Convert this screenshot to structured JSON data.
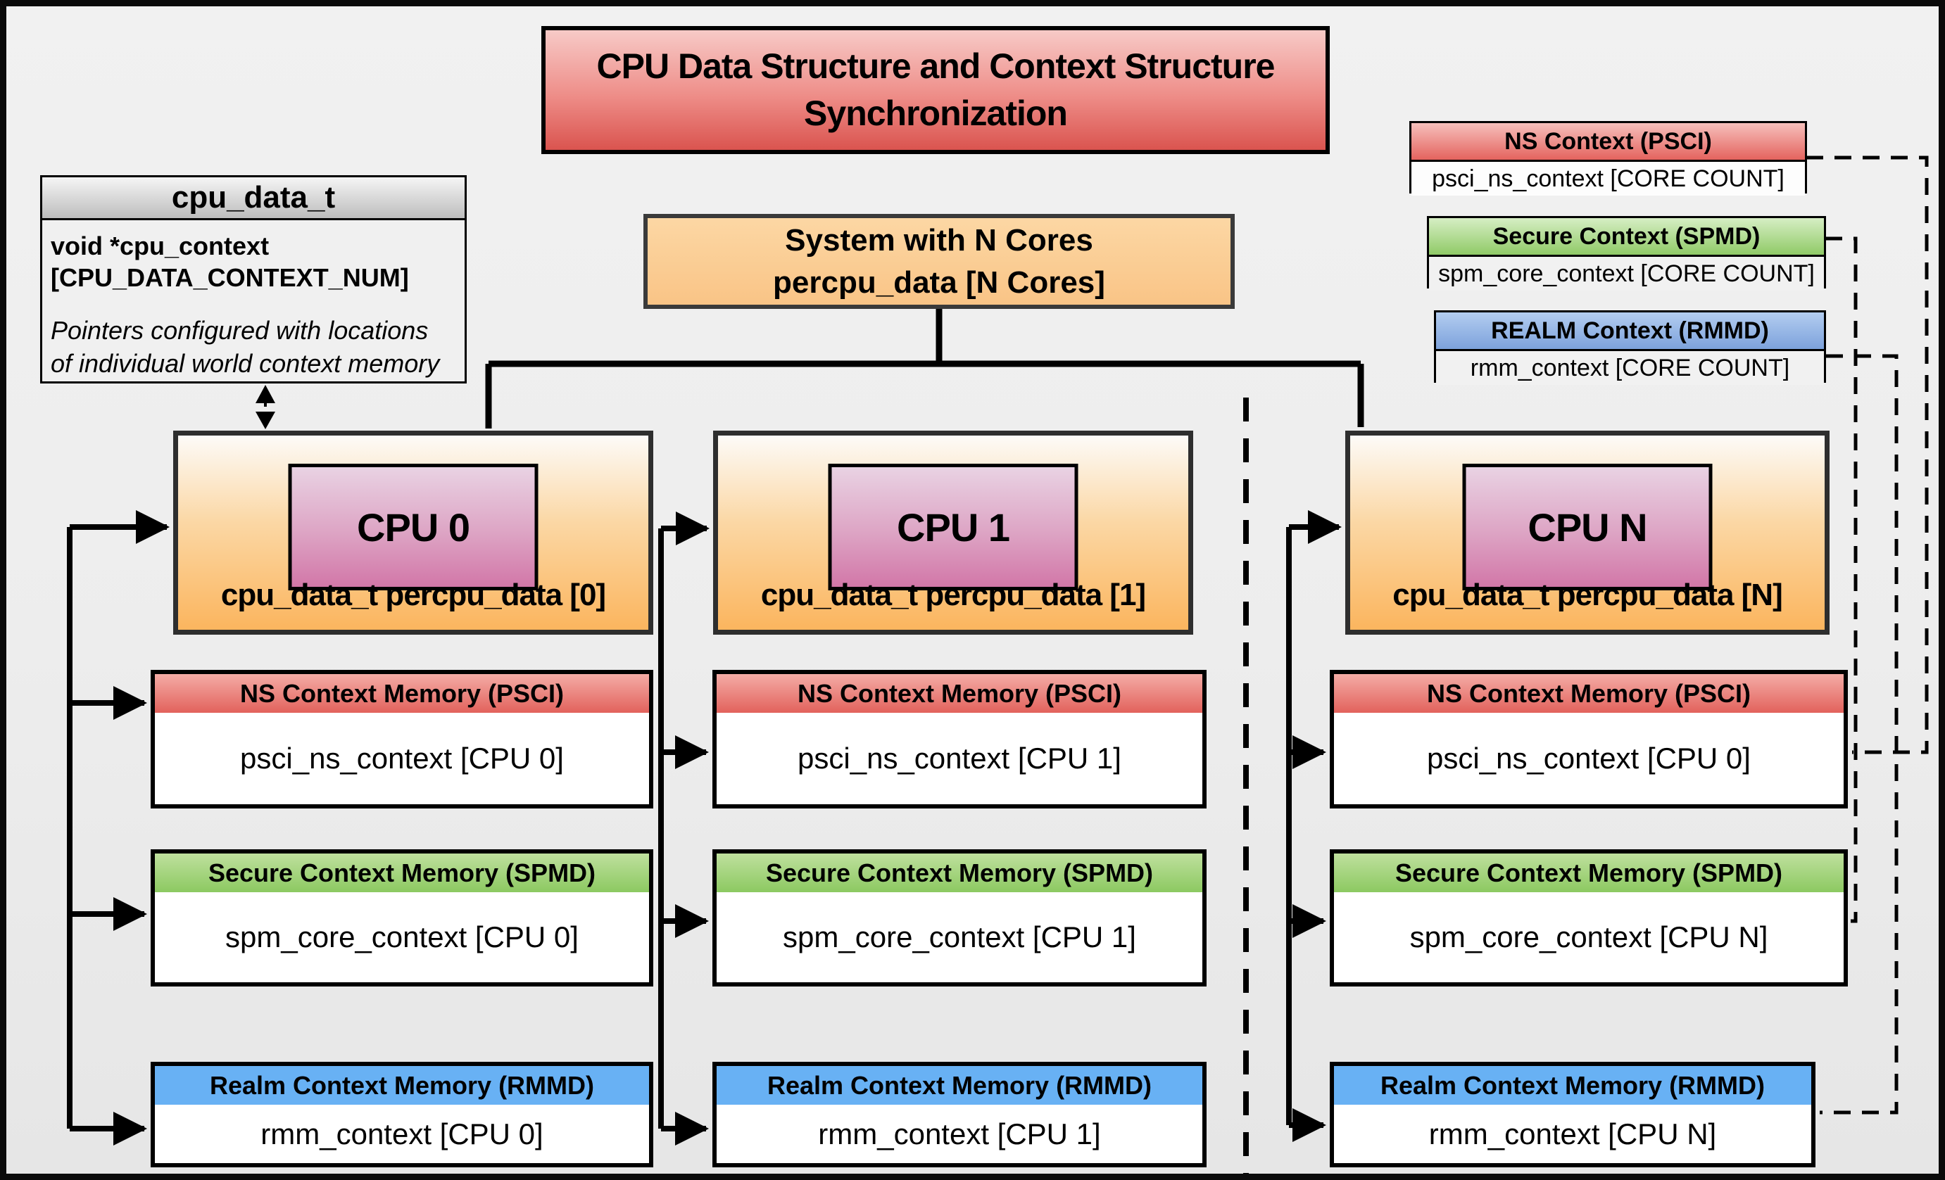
{
  "title": "CPU Data Structure and Context Structure Synchronization",
  "struct_box": {
    "header": "cpu_data_t",
    "field_line1": "void  *cpu_context",
    "field_line2": "[CPU_DATA_CONTEXT_NUM]",
    "note_line1": "Pointers configured with locations",
    "note_line2": "of individual world context memory"
  },
  "system_box": {
    "line1": "System with N Cores",
    "line2": "percpu_data [N Cores]"
  },
  "legend": {
    "ns": {
      "header": "NS Context  (PSCI)",
      "body": "psci_ns_context [CORE COUNT]"
    },
    "secure": {
      "header": "Secure Context (SPMD)",
      "body": "spm_core_context [CORE COUNT]"
    },
    "realm": {
      "header": "REALM Context (RMMD)",
      "body": "rmm_context [CORE COUNT]"
    }
  },
  "cpus": [
    {
      "name": "CPU 0",
      "data_label": "cpu_data_t percpu_data [0]",
      "contexts": [
        {
          "header": "NS Context Memory (PSCI)",
          "body": "psci_ns_context [CPU 0]"
        },
        {
          "header": "Secure Context Memory (SPMD)",
          "body": "spm_core_context [CPU 0]"
        },
        {
          "header": "Realm Context Memory (RMMD)",
          "body": "rmm_context [CPU 0]"
        }
      ]
    },
    {
      "name": "CPU 1",
      "data_label": "cpu_data_t percpu_data [1]",
      "contexts": [
        {
          "header": "NS Context Memory (PSCI)",
          "body": "psci_ns_context [CPU 1]"
        },
        {
          "header": "Secure Context Memory (SPMD)",
          "body": "spm_core_context [CPU 1]"
        },
        {
          "header": "Realm Context Memory (RMMD)",
          "body": "rmm_context [CPU 1]"
        }
      ]
    },
    {
      "name": "CPU N",
      "data_label": "cpu_data_t percpu_data [N]",
      "contexts": [
        {
          "header": "NS Context Memory (PSCI)",
          "body": "psci_ns_context [CPU 0]"
        },
        {
          "header": "Secure Context Memory (SPMD)",
          "body": "spm_core_context [CPU N]"
        },
        {
          "header": "Realm Context Memory (RMMD)",
          "body": "rmm_context [CPU N]"
        }
      ]
    }
  ],
  "colors": {
    "title_red": "#da544f",
    "header_red": "#e2625c",
    "header_green": "#8cc961",
    "header_blue": "#68b1f4",
    "cpu_orange": "#fbb55e",
    "cpu_chip_pink": "#d277a8",
    "system_orange": "#f9c486",
    "struct_gray": "#bdbdbd",
    "line_black": "#000000"
  }
}
